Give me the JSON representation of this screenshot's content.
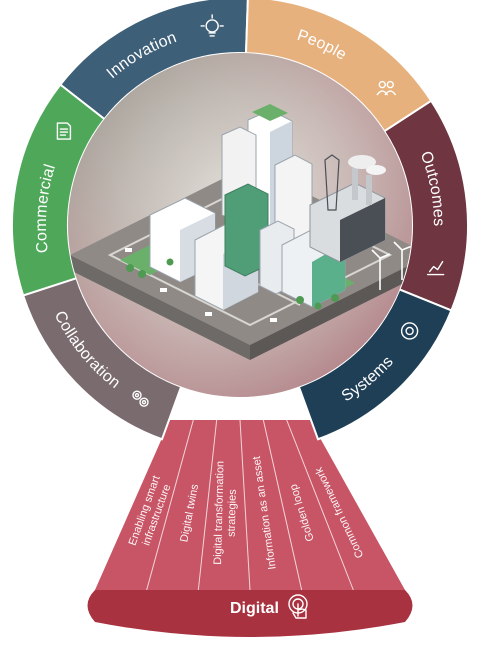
{
  "segments": {
    "innovation": {
      "label": "Innovation",
      "color": "#3e5f78",
      "icon": "lightbulb-gear-icon"
    },
    "people": {
      "label": "People",
      "color": "#e7b17e",
      "icon": "people-group-icon"
    },
    "outcomes": {
      "label": "Outcomes",
      "color": "#6f3540",
      "icon": "chart-icon"
    },
    "systems": {
      "label": "Systems",
      "color": "#1f3f56",
      "icon": "cog-cycle-icon"
    },
    "collaboration": {
      "label": "Collaboration",
      "color": "#7a6b6e",
      "icon": "gears-icon"
    },
    "commercial": {
      "label": "Commercial",
      "color": "#4fa85a",
      "icon": "document-icon"
    }
  },
  "digital": {
    "label": "Digital",
    "color": "#a8323f",
    "fan_color": "#c85566",
    "icon": "touch-hand-icon",
    "items": [
      {
        "lines": [
          "Enabling smart",
          "infrastructure"
        ]
      },
      {
        "lines": [
          "Digital twins"
        ]
      },
      {
        "lines": [
          "Digital transformation",
          "strategies"
        ]
      },
      {
        "lines": [
          "Information as an asset"
        ]
      },
      {
        "lines": [
          "Golden loop"
        ]
      },
      {
        "lines": [
          "Common framework"
        ]
      }
    ]
  },
  "center": {
    "image": "isometric-smart-city-illustration"
  }
}
